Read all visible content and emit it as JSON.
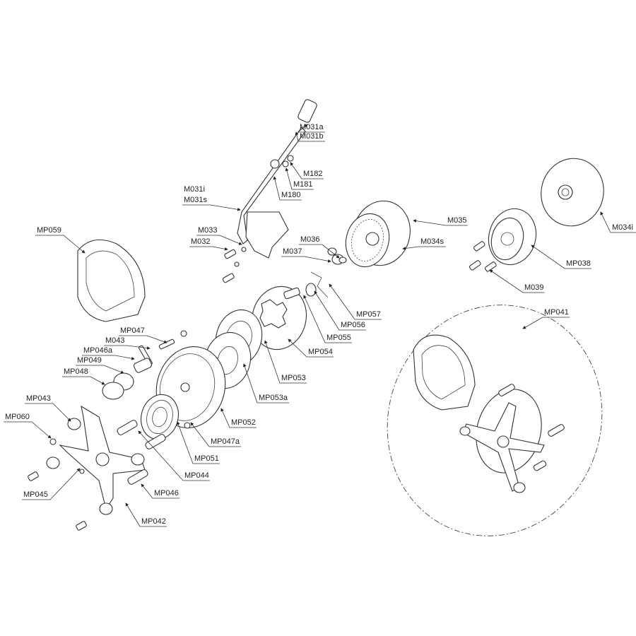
{
  "title": "Exploded parts diagram",
  "labels": {
    "M031a": "M031a",
    "M031b": "M031b",
    "M182": "M182",
    "M181": "M181",
    "M180": "M180",
    "M031i": "M031i",
    "M031s": "M031s",
    "M033": "M033",
    "M032": "M032",
    "M036": "M036",
    "M037": "M037",
    "M035": "M035",
    "M034s": "M034s",
    "M034i": "M034i",
    "MP038": "MP038",
    "M039": "M039",
    "MP059": "MP059",
    "MP057": "MP057",
    "MP056": "MP056",
    "MP055": "MP055",
    "MP054": "MP054",
    "MP053": "MP053",
    "MP053a": "MP053a",
    "MP052": "MP052",
    "MP047": "MP047",
    "M043": "M043",
    "MP046a": "MP046a",
    "MP049": "MP049",
    "MP048": "MP048",
    "MP043": "MP043",
    "MP060": "MP060",
    "MP045": "MP045",
    "MP042": "MP042",
    "MP046": "MP046",
    "MP044": "MP044",
    "MP051": "MP051",
    "MP047a": "MP047a",
    "MP041": "MP041"
  }
}
